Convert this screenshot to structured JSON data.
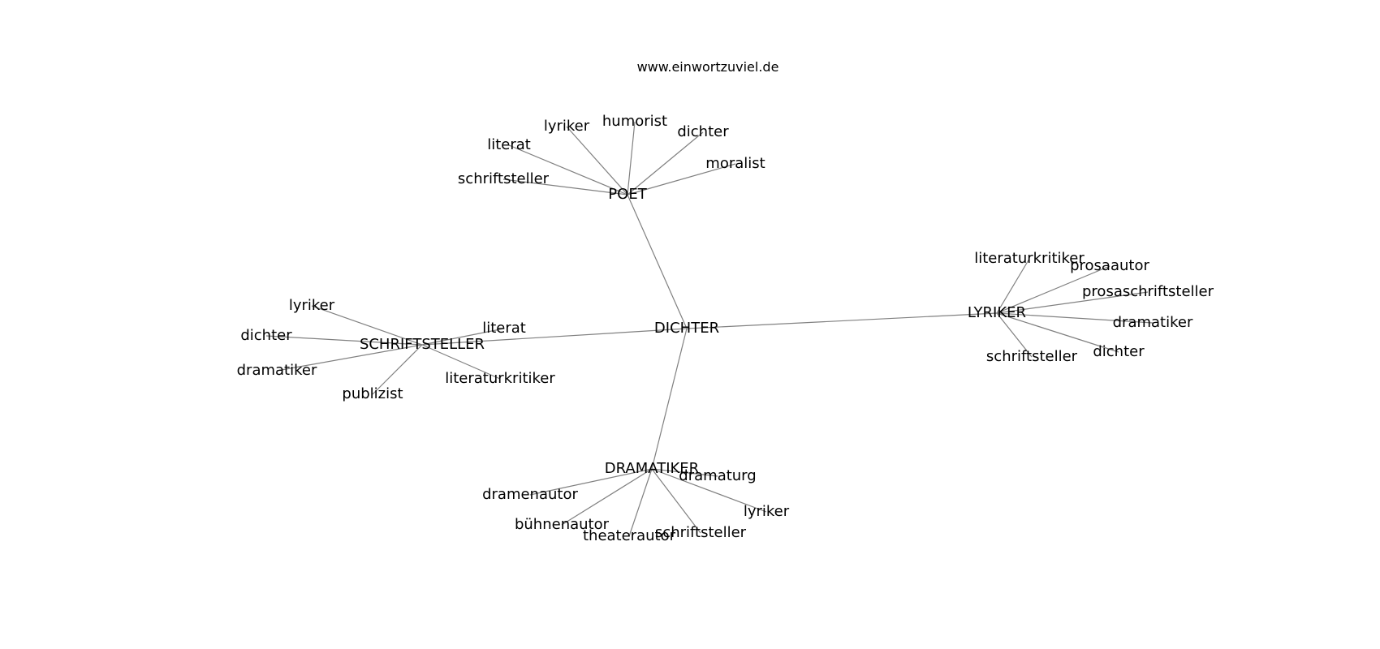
{
  "source": "www.einwortzuviel.de",
  "colors": {
    "edge": "#808080",
    "text": "#000000",
    "background": "#ffffff"
  },
  "graph": {
    "root": "DICHTER",
    "nodes": [
      {
        "id": "dichter_root",
        "label": "DICHTER"
      },
      {
        "id": "poet",
        "label": "POET"
      },
      {
        "id": "schriftsteller_hub",
        "label": "SCHRIFTSTELLER"
      },
      {
        "id": "lyriker_hub",
        "label": "LYRIKER"
      },
      {
        "id": "dramatiker_hub",
        "label": "DRAMATIKER"
      },
      {
        "id": "p_schriftsteller",
        "label": "schriftsteller"
      },
      {
        "id": "p_literat",
        "label": "literat"
      },
      {
        "id": "p_lyriker",
        "label": "lyriker"
      },
      {
        "id": "p_humorist",
        "label": "humorist"
      },
      {
        "id": "p_dichter",
        "label": "dichter"
      },
      {
        "id": "p_moralist",
        "label": "moralist"
      },
      {
        "id": "s_lyriker",
        "label": "lyriker"
      },
      {
        "id": "s_dichter",
        "label": "dichter"
      },
      {
        "id": "s_dramatiker",
        "label": "dramatiker"
      },
      {
        "id": "s_publizist",
        "label": "publizist"
      },
      {
        "id": "s_literaturkritiker",
        "label": "literaturkritiker"
      },
      {
        "id": "s_literat",
        "label": "literat"
      },
      {
        "id": "l_literaturkritiker",
        "label": "literaturkritiker"
      },
      {
        "id": "l_prosaautor",
        "label": "prosaautor"
      },
      {
        "id": "l_prosaschriftsteller",
        "label": "prosaschriftsteller"
      },
      {
        "id": "l_dramatiker",
        "label": "dramatiker"
      },
      {
        "id": "l_dichter",
        "label": "dichter"
      },
      {
        "id": "l_schriftsteller",
        "label": "schriftsteller"
      },
      {
        "id": "d_dramenautor",
        "label": "dramenautor"
      },
      {
        "id": "d_buehnenautor",
        "label": "bühnenautor"
      },
      {
        "id": "d_theaterautor",
        "label": "theaterautor"
      },
      {
        "id": "d_schriftsteller",
        "label": "schriftsteller"
      },
      {
        "id": "d_lyriker",
        "label": "lyriker"
      },
      {
        "id": "d_dramaturg",
        "label": "dramaturg"
      }
    ],
    "edges": [
      [
        "dichter_root",
        "poet"
      ],
      [
        "dichter_root",
        "schriftsteller_hub"
      ],
      [
        "dichter_root",
        "lyriker_hub"
      ],
      [
        "dichter_root",
        "dramatiker_hub"
      ],
      [
        "poet",
        "p_schriftsteller"
      ],
      [
        "poet",
        "p_literat"
      ],
      [
        "poet",
        "p_lyriker"
      ],
      [
        "poet",
        "p_humorist"
      ],
      [
        "poet",
        "p_dichter"
      ],
      [
        "poet",
        "p_moralist"
      ],
      [
        "schriftsteller_hub",
        "s_lyriker"
      ],
      [
        "schriftsteller_hub",
        "s_dichter"
      ],
      [
        "schriftsteller_hub",
        "s_dramatiker"
      ],
      [
        "schriftsteller_hub",
        "s_publizist"
      ],
      [
        "schriftsteller_hub",
        "s_literaturkritiker"
      ],
      [
        "schriftsteller_hub",
        "s_literat"
      ],
      [
        "lyriker_hub",
        "l_literaturkritiker"
      ],
      [
        "lyriker_hub",
        "l_prosaautor"
      ],
      [
        "lyriker_hub",
        "l_prosaschriftsteller"
      ],
      [
        "lyriker_hub",
        "l_dramatiker"
      ],
      [
        "lyriker_hub",
        "l_dichter"
      ],
      [
        "lyriker_hub",
        "l_schriftsteller"
      ],
      [
        "dramatiker_hub",
        "d_dramenautor"
      ],
      [
        "dramatiker_hub",
        "d_buehnenautor"
      ],
      [
        "dramatiker_hub",
        "d_theaterautor"
      ],
      [
        "dramatiker_hub",
        "d_schriftsteller"
      ],
      [
        "dramatiker_hub",
        "d_lyriker"
      ],
      [
        "dramatiker_hub",
        "d_dramaturg"
      ]
    ]
  }
}
